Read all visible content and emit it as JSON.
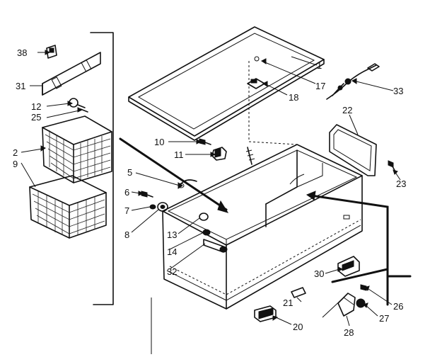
{
  "labels": {
    "l1": "1",
    "l2": "2",
    "l5": "5",
    "l6": "6",
    "l7": "7",
    "l8": "8",
    "l9": "9",
    "l10": "10",
    "l11": "11",
    "l12": "12",
    "l13": "13",
    "l14": "14",
    "l17": "17",
    "l18": "18",
    "l20": "20",
    "l21": "21",
    "l22": "22",
    "l23": "23",
    "l25": "25",
    "l26": "26",
    "l27": "27",
    "l28": "28",
    "l30": "30",
    "l31": "31",
    "l32": "32",
    "l33": "33",
    "l38": "38"
  },
  "colors": {
    "ink": "#111111",
    "paper": "#ffffff"
  }
}
